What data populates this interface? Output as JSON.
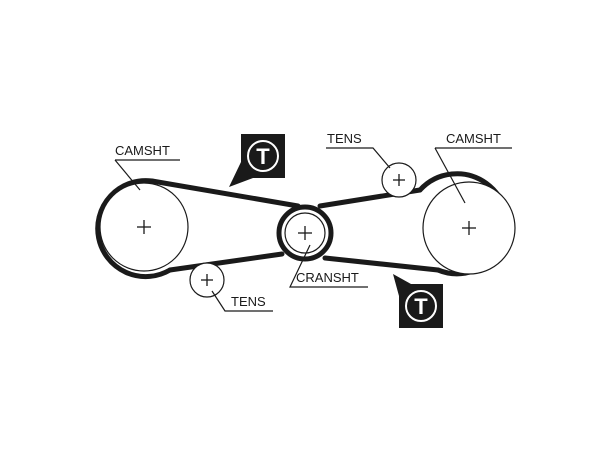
{
  "labels": {
    "camshaft_left": "CAMSHT",
    "camshaft_right": "CAMSHT",
    "tensioner_top": "TENS",
    "tensioner_bottom": "TENS",
    "crankshaft": "CRANSHT"
  },
  "timing_marks": {
    "top": "T",
    "bottom": "T"
  }
}
